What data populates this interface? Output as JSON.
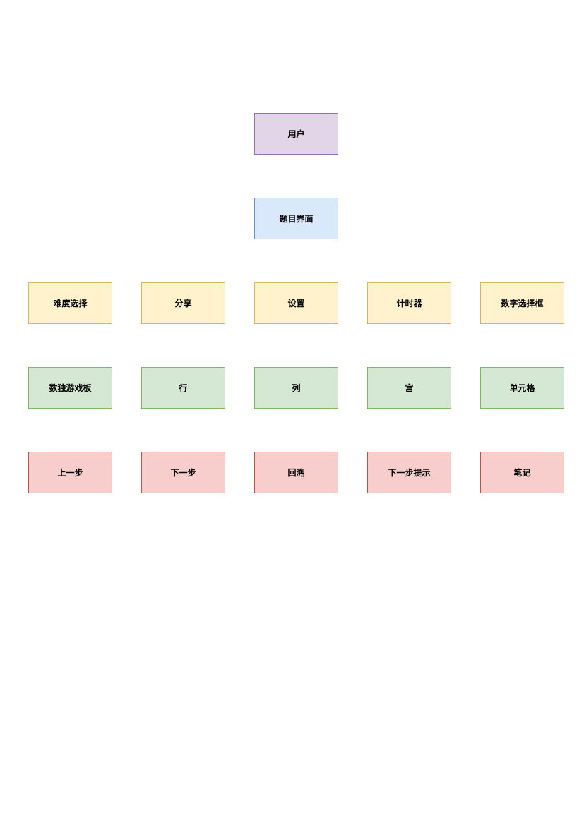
{
  "colors": {
    "purple_fill": "#e1d5e7",
    "purple_stroke": "#9673a6",
    "blue_fill": "#dae8fc",
    "blue_stroke": "#6c8ebf",
    "yellow_fill": "#fff2cc",
    "yellow_stroke": "#d6b656",
    "green_fill": "#d5e8d4",
    "green_stroke": "#82b366",
    "red_fill": "#f8cecc",
    "red_stroke": "#b85450"
  },
  "nodes": {
    "user": "用户",
    "screen": "题目界面",
    "top_row": [
      "难度选择",
      "分享",
      "设置",
      "计时器",
      "数字选择框"
    ],
    "middle_row": [
      "数独游戏板",
      "行",
      "列",
      "宫",
      "单元格"
    ],
    "bottom_row": [
      "上一步",
      "下一步",
      "回溯",
      "下一步提示",
      "笔记"
    ]
  }
}
